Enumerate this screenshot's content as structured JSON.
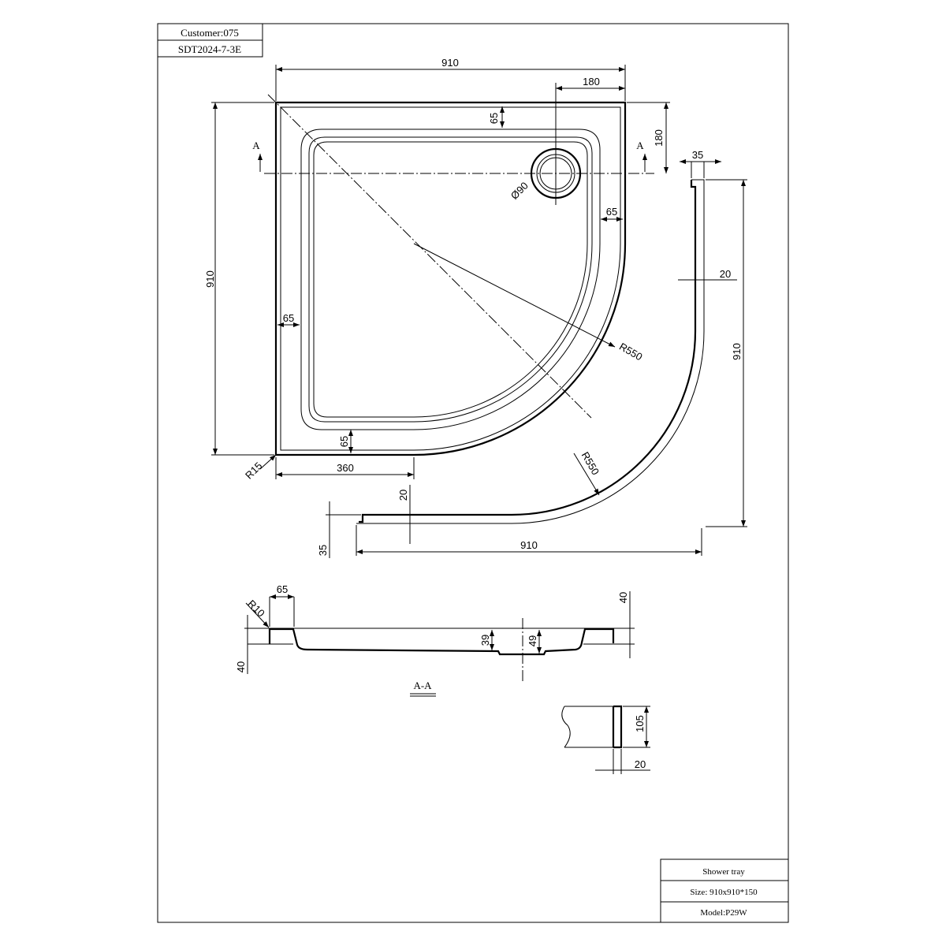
{
  "title_block_top": {
    "customer": "Customer:075",
    "code": "SDT2024-7-3E"
  },
  "title_block_bottom": {
    "product": "Shower tray",
    "size": "Size: 910x910*150",
    "model": "Model:P29W"
  },
  "plan": {
    "width": "910",
    "drain_offset_x": "180",
    "drain_offset_y": "180",
    "rim_top": "65",
    "rim_right": "65",
    "rim_left": "65",
    "rim_bottom": "65",
    "height": "910",
    "drain_dia": "Ø90",
    "radius": "R550",
    "corner_radius": "R15",
    "straight": "360",
    "section_mark_left": "A",
    "section_mark_right": "A"
  },
  "elevation": {
    "lip": "35",
    "wall": "20",
    "height": "910",
    "radius": "R550",
    "bottom_wall": "20",
    "bottom_lip": "35",
    "width": "910"
  },
  "section": {
    "label": "A-A",
    "rim": "65",
    "radius": "R10",
    "left_height": "40",
    "right_height": "40",
    "depth": "39",
    "drain_depth": "49"
  },
  "detail": {
    "height": "105",
    "thickness": "20"
  }
}
